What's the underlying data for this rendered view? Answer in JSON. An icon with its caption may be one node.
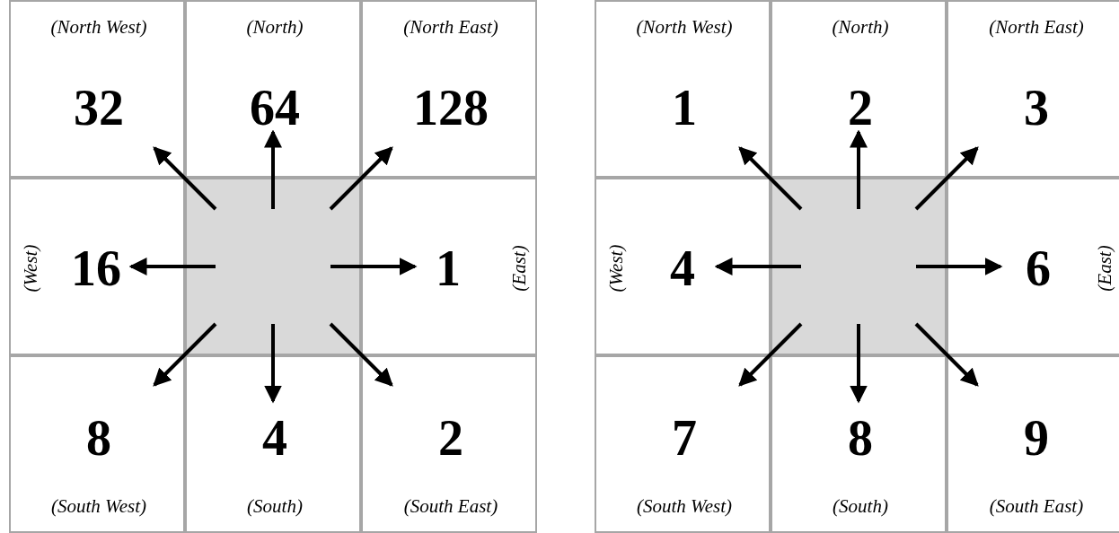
{
  "diagram": {
    "nodes": [
      {
        "text": [
          "(North West)",
          "32"
        ]
      },
      {
        "text": [
          "(North)",
          "64"
        ]
      },
      {
        "text": [
          "(North East)",
          "128"
        ]
      },
      {
        "text": [
          "(West)",
          "16"
        ]
      },
      {
        "text": [],
        "shape": "box"
      },
      {
        "text": [
          "1",
          "(East)"
        ]
      },
      {
        "text": [
          "8",
          "(South West)"
        ]
      },
      {
        "text": [
          "4",
          "(South)"
        ]
      },
      {
        "text": [
          "2",
          "(South East)"
        ]
      },
      {
        "text": [
          "(North West)",
          "1"
        ]
      },
      {
        "text": [
          "(North)",
          "2"
        ]
      },
      {
        "text": [
          "(North East)",
          "3"
        ]
      },
      {
        "text": [
          "(West)",
          "4"
        ]
      },
      {
        "text": [],
        "shape": "box"
      },
      {
        "text": [
          "6",
          "(East)"
        ]
      },
      {
        "text": [
          "7",
          "(South West)"
        ]
      },
      {
        "text": [
          "8",
          "(South)"
        ]
      },
      {
        "text": [
          "9",
          "(South East)"
        ]
      }
    ],
    "edges": [
      {
        "from": 4,
        "to": 0,
        "arrow": "to"
      },
      {
        "from": 4,
        "to": 1,
        "arrow": "to"
      },
      {
        "from": 4,
        "to": 2,
        "arrow": "to"
      },
      {
        "from": 4,
        "to": 3,
        "arrow": "to"
      },
      {
        "from": 4,
        "to": 5,
        "arrow": "to"
      },
      {
        "from": 4,
        "to": 6,
        "arrow": "to"
      },
      {
        "from": 4,
        "to": 7,
        "arrow": "to"
      },
      {
        "from": 4,
        "to": 8,
        "arrow": "to"
      },
      {
        "from": 13,
        "to": 9,
        "arrow": "to"
      },
      {
        "from": 13,
        "to": 10,
        "arrow": "to"
      },
      {
        "from": 13,
        "to": 11,
        "arrow": "to"
      },
      {
        "from": 13,
        "to": 12,
        "arrow": "to"
      },
      {
        "from": 13,
        "to": 14,
        "arrow": "to"
      },
      {
        "from": 13,
        "to": 15,
        "arrow": "to"
      },
      {
        "from": 13,
        "to": 16,
        "arrow": "to"
      },
      {
        "from": 13,
        "to": 17,
        "arrow": "to"
      }
    ]
  }
}
